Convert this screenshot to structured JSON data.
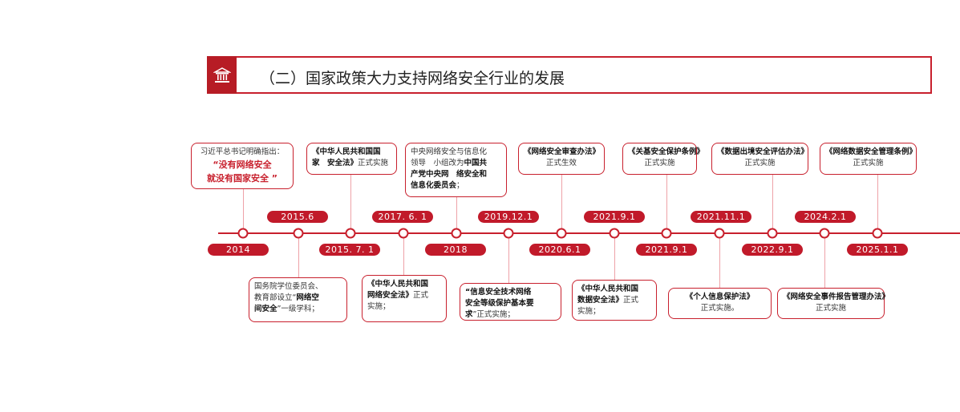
{
  "header": {
    "title": "（二）国家政策大力支持网络安全行业的发展",
    "icon": "bank-building-icon"
  },
  "colors": {
    "accent": "#c8202d",
    "pill": "#c11a2a",
    "connector": "#eea2a8"
  },
  "events": [
    {
      "date": "2014",
      "pill": "below",
      "box": "above",
      "align": "center",
      "lines": [
        [
          {
            "t": "习近平总书记明确指出："
          }
        ],
        [
          {
            "t": "“没有网络安全",
            "r": 1
          }
        ],
        [
          {
            "t": "就没有国家安全 ”",
            "r": 1
          }
        ]
      ]
    },
    {
      "date": "2015.6",
      "pill": "above",
      "box": "below",
      "align": "left",
      "lines": [
        [
          {
            "t": "国务院学位委员会、"
          }
        ],
        [
          {
            "t": "教育部设立“"
          },
          {
            "t": "网络空",
            "b": 1
          }
        ],
        [
          {
            "t": "间安全",
            "b": 1
          },
          {
            "t": "”一级学科；"
          }
        ]
      ]
    },
    {
      "date": "2015. 7. 1",
      "pill": "below",
      "box": "above",
      "align": "left",
      "lines": [
        [
          {
            "t": " 《中华人民共和国国",
            "b": 1
          }
        ],
        [
          {
            "t": "家　安全法》",
            "b": 1
          },
          {
            "t": "正式实施"
          }
        ]
      ]
    },
    {
      "date": "2017. 6. 1",
      "pill": "above",
      "box": "below",
      "align": "left",
      "lines": [
        [
          {
            "t": " 《中华人民共和国",
            "b": 1
          }
        ],
        [
          {
            "t": "网络安全法》",
            "b": 1
          },
          {
            "t": "正式"
          }
        ],
        [
          {
            "t": "实施；"
          }
        ]
      ]
    },
    {
      "date": "2018",
      "pill": "below",
      "box": "above",
      "align": "left",
      "lines": [
        [
          {
            "t": "中央网络安全与信息化"
          }
        ],
        [
          {
            "t": "领导　小组改为"
          },
          {
            "t": "中国共",
            "b": 1
          }
        ],
        [
          {
            "t": "产党中央网　络安全和",
            "b": 1
          }
        ],
        [
          {
            "t": "信息化委员会",
            "b": 1
          },
          {
            "t": "；"
          }
        ]
      ]
    },
    {
      "date": "2019.12.1",
      "pill": "above",
      "box": "below",
      "align": "left",
      "lines": [
        [
          {
            "t": "  “信息安全技术网络",
            "b": 1
          }
        ],
        [
          {
            "t": "安全等级保护基本要",
            "b": 1
          }
        ],
        [
          {
            "t": "求",
            "b": 1
          },
          {
            "t": "”正式实施；"
          }
        ]
      ]
    },
    {
      "date": "2020.6.1",
      "pill": "below",
      "box": "above",
      "align": "center",
      "lines": [
        [
          {
            "t": "《网络安全审查办法》",
            "b": 1
          }
        ],
        [
          {
            "t": "正式生效"
          }
        ]
      ]
    },
    {
      "date": "2021.9.1",
      "pill": "above",
      "box": "below",
      "align": "left",
      "lines": [
        [
          {
            "t": " 《中华人民共和国",
            "b": 1
          }
        ],
        [
          {
            "t": "数据安全法》",
            "b": 1
          },
          {
            "t": "正式"
          }
        ],
        [
          {
            "t": "实施；"
          }
        ]
      ]
    },
    {
      "date": "2021.9.1",
      "pill": "below",
      "box": "above",
      "align": "center",
      "lines": [
        [
          {
            "t": "《关基安全保护条例》",
            "b": 1
          }
        ],
        [
          {
            "t": "正式实施"
          }
        ]
      ]
    },
    {
      "date": "2021.11.1",
      "pill": "above",
      "box": "below",
      "align": "center",
      "lines": [
        [
          {
            "t": "《个人信息保护法》",
            "b": 1
          }
        ],
        [
          {
            "t": "正式实施。"
          }
        ]
      ]
    },
    {
      "date": "2022.9.1",
      "pill": "below",
      "box": "above",
      "align": "center",
      "lines": [
        [
          {
            "t": "《数据出境安全评估办法》",
            "b": 1
          }
        ],
        [
          {
            "t": "正式实施"
          }
        ]
      ]
    },
    {
      "date": "2024.2.1",
      "pill": "above",
      "box": "below",
      "align": "center",
      "lines": [
        [
          {
            "t": "《网络安全事件报告管理办法》",
            "b": 1
          }
        ],
        [
          {
            "t": "正式实施"
          }
        ]
      ]
    },
    {
      "date": "2025.1.1",
      "pill": "below",
      "box": "above",
      "align": "center",
      "lines": [
        [
          {
            "t": "《网络数据安全管理条例》",
            "b": 1
          }
        ],
        [
          {
            "t": "正式实施"
          }
        ]
      ]
    }
  ]
}
